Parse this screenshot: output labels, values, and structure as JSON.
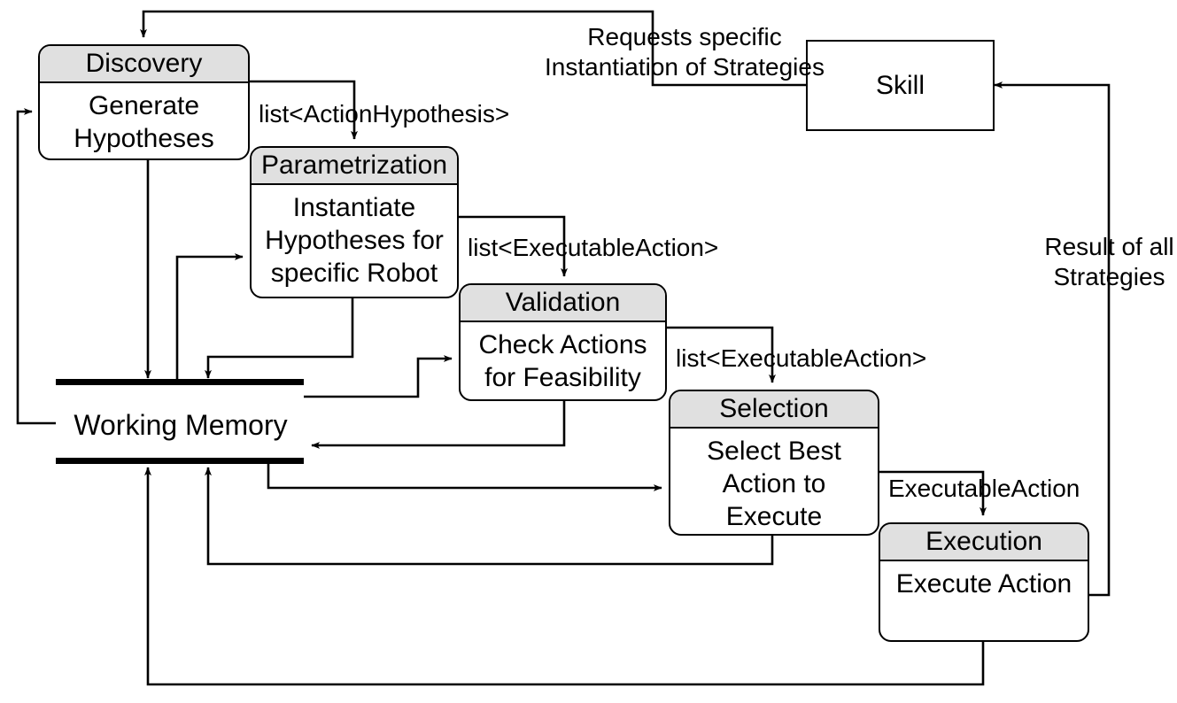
{
  "diagram": {
    "title": "Skill execution pipeline",
    "colors": {
      "header_fill": "#e0e0e0",
      "stroke": "#000000",
      "background": "#ffffff"
    },
    "nodes": [
      {
        "id": "discovery",
        "header": "Discovery",
        "body": "Generate\nHypotheses",
        "shape": "rounded-split"
      },
      {
        "id": "parametrization",
        "header": "Parametrization",
        "body": "Instantiate\nHypotheses for\nspecific Robot",
        "shape": "rounded-split"
      },
      {
        "id": "validation",
        "header": "Validation",
        "body": "Check Actions\nfor Feasibility",
        "shape": "rounded-split"
      },
      {
        "id": "selection",
        "header": "Selection",
        "body": "Select Best\nAction to\nExecute",
        "shape": "rounded-split"
      },
      {
        "id": "execution",
        "header": "Execution",
        "body": "Execute Action",
        "shape": "rounded-split"
      },
      {
        "id": "skill",
        "header": "Skill",
        "body": "",
        "shape": "rectangle"
      }
    ],
    "datastore": {
      "id": "working-memory",
      "label": "Working Memory"
    },
    "edge_labels": [
      {
        "id": "requests",
        "line1": "Requests specific",
        "line2": "Instantiation of Strategies"
      },
      {
        "id": "hyp",
        "line1": "list<ActionHypothesis>",
        "line2": ""
      },
      {
        "id": "execlist1",
        "line1": "list<ExecutableAction>",
        "line2": ""
      },
      {
        "id": "execlist2",
        "line1": "list<ExecutableAction>",
        "line2": ""
      },
      {
        "id": "execaction",
        "line1": "ExecutableAction",
        "line2": ""
      },
      {
        "id": "result",
        "line1": "Result of all",
        "line2": "Strategies"
      }
    ],
    "node_text": {
      "discovery_header": "Discovery",
      "discovery_line1": "Generate",
      "discovery_line2": "Hypotheses",
      "parametrization_header": "Parametrization",
      "parametrization_line1": "Instantiate",
      "parametrization_line2": "Hypotheses for",
      "parametrization_line3": "specific Robot",
      "validation_header": "Validation",
      "validation_line1": "Check Actions",
      "validation_line2": "for Feasibility",
      "selection_header": "Selection",
      "selection_line1": "Select Best",
      "selection_line2": "Action to",
      "selection_line3": "Execute",
      "execution_header": "Execution",
      "execution_line1": "Execute Action",
      "skill_label": "Skill",
      "working_memory_label": "Working Memory"
    }
  }
}
